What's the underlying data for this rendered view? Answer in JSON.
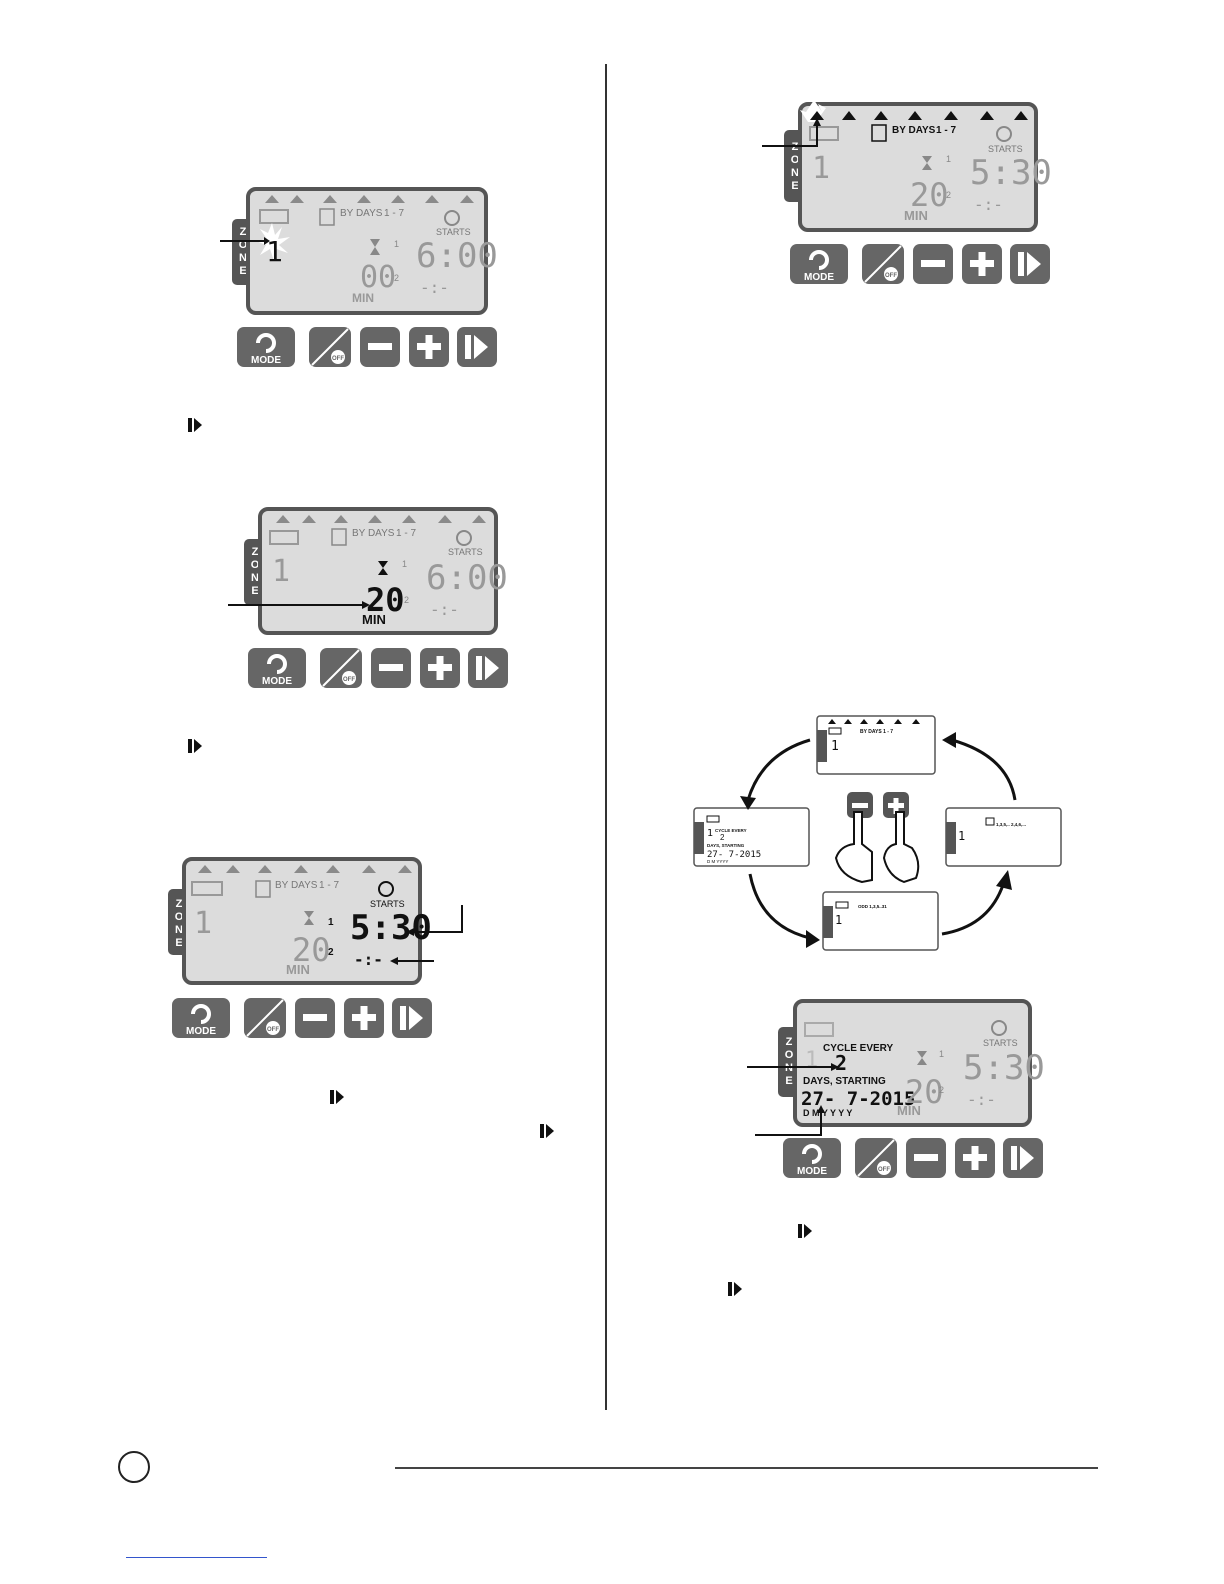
{
  "lcd": {
    "zone_letters": [
      "Z",
      "O",
      "N",
      "E"
    ],
    "by_days": "BY DAYS",
    "range": "1 - 7",
    "starts": "STARTS",
    "min": "MIN",
    "idx1": "1",
    "idx2": "2",
    "blank_time": "-:-"
  },
  "buttons": {
    "mode": "MODE",
    "off": "OFF"
  },
  "screens": {
    "s1": {
      "zone": "1",
      "duration": "00",
      "start1": "6:00"
    },
    "s2": {
      "zone": "1",
      "duration": "20",
      "start1": "6:00"
    },
    "s3": {
      "zone": "1",
      "duration": "20",
      "start1": "5:30"
    },
    "s4": {
      "zone": "1",
      "duration": "20",
      "start1": "5:30"
    },
    "s5": {
      "zone": "1",
      "duration": "20",
      "start1": "5:30",
      "cycle_every": "CYCLE EVERY",
      "cycle_value": "2",
      "days_starting": "DAYS, STARTING",
      "date": "27- 7-2015",
      "date_labels": "D   M    Y Y Y Y"
    }
  },
  "cycle_screens": {
    "top": {
      "zone": "1",
      "label": "BY DAYS  1 - 7"
    },
    "left": {
      "zone": "1",
      "line1": "CYCLE EVERY",
      "value": "2",
      "line2": "DAYS, STARTING",
      "date": "27- 7-2015",
      "labels": "D  M  YYYY"
    },
    "right": {
      "zone": "1",
      "label": "1,3,5,..  2,4,6,..."
    },
    "bottom": {
      "zone": "1",
      "label": "ODD   1,3,5..31"
    }
  },
  "hand_buttons": {
    "minus": "−",
    "plus": "+"
  },
  "icons": [
    "next-arrow-icon",
    "mode-icon",
    "rain-off-icon",
    "minus-icon",
    "plus-icon",
    "hourglass-icon",
    "alarm-clock-icon",
    "battery-icon",
    "calendar-icon"
  ]
}
